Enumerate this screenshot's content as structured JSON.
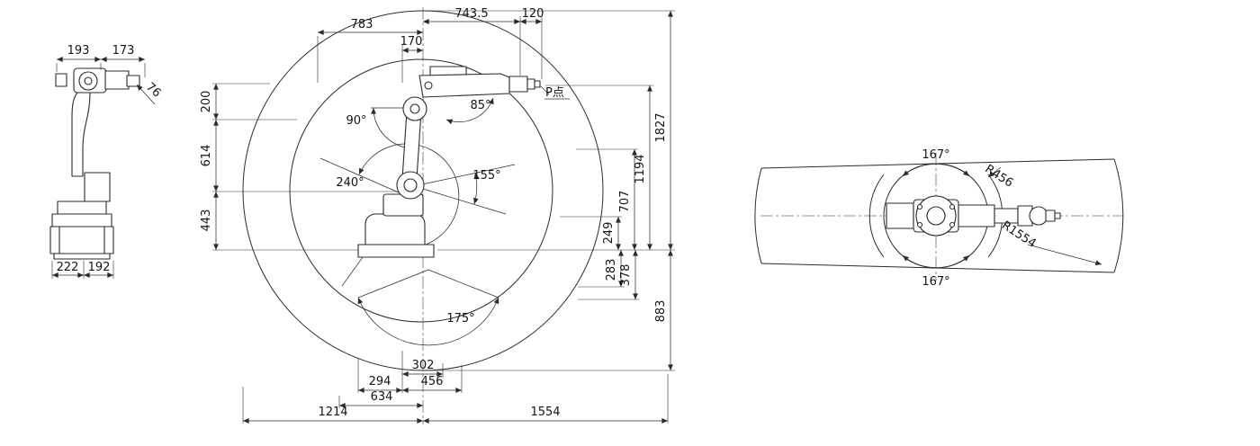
{
  "diagram": {
    "title": "robot-arm-working-range-drawing"
  },
  "side": {
    "dim_193": "193",
    "dim_173": "173",
    "dim_76": "76",
    "dim_222": "222",
    "dim_192": "192"
  },
  "front": {
    "dim_783": "783",
    "dim_743_5": "743.5",
    "dim_120": "120",
    "dim_170": "170",
    "dim_200": "200",
    "dim_614": "614",
    "dim_443": "443",
    "dim_1827": "1827",
    "dim_1194": "1194",
    "dim_707": "707",
    "dim_249": "249",
    "dim_283": "283",
    "dim_378": "378",
    "dim_883": "883",
    "dim_302": "302",
    "dim_294": "294",
    "dim_456": "456",
    "dim_634": "634",
    "dim_1214": "1214",
    "dim_1554": "1554",
    "ang_90": "90°",
    "ang_85": "85°",
    "ang_155": "155°",
    "ang_240": "240°",
    "ang_175": "175°",
    "p_point": "P点"
  },
  "top": {
    "ang_167_top": "167°",
    "ang_167_bottom": "167°",
    "r_456": "R456",
    "r_1554": "R1554"
  },
  "colors": {
    "line": "#2b2b2b",
    "background": "#ffffff"
  }
}
